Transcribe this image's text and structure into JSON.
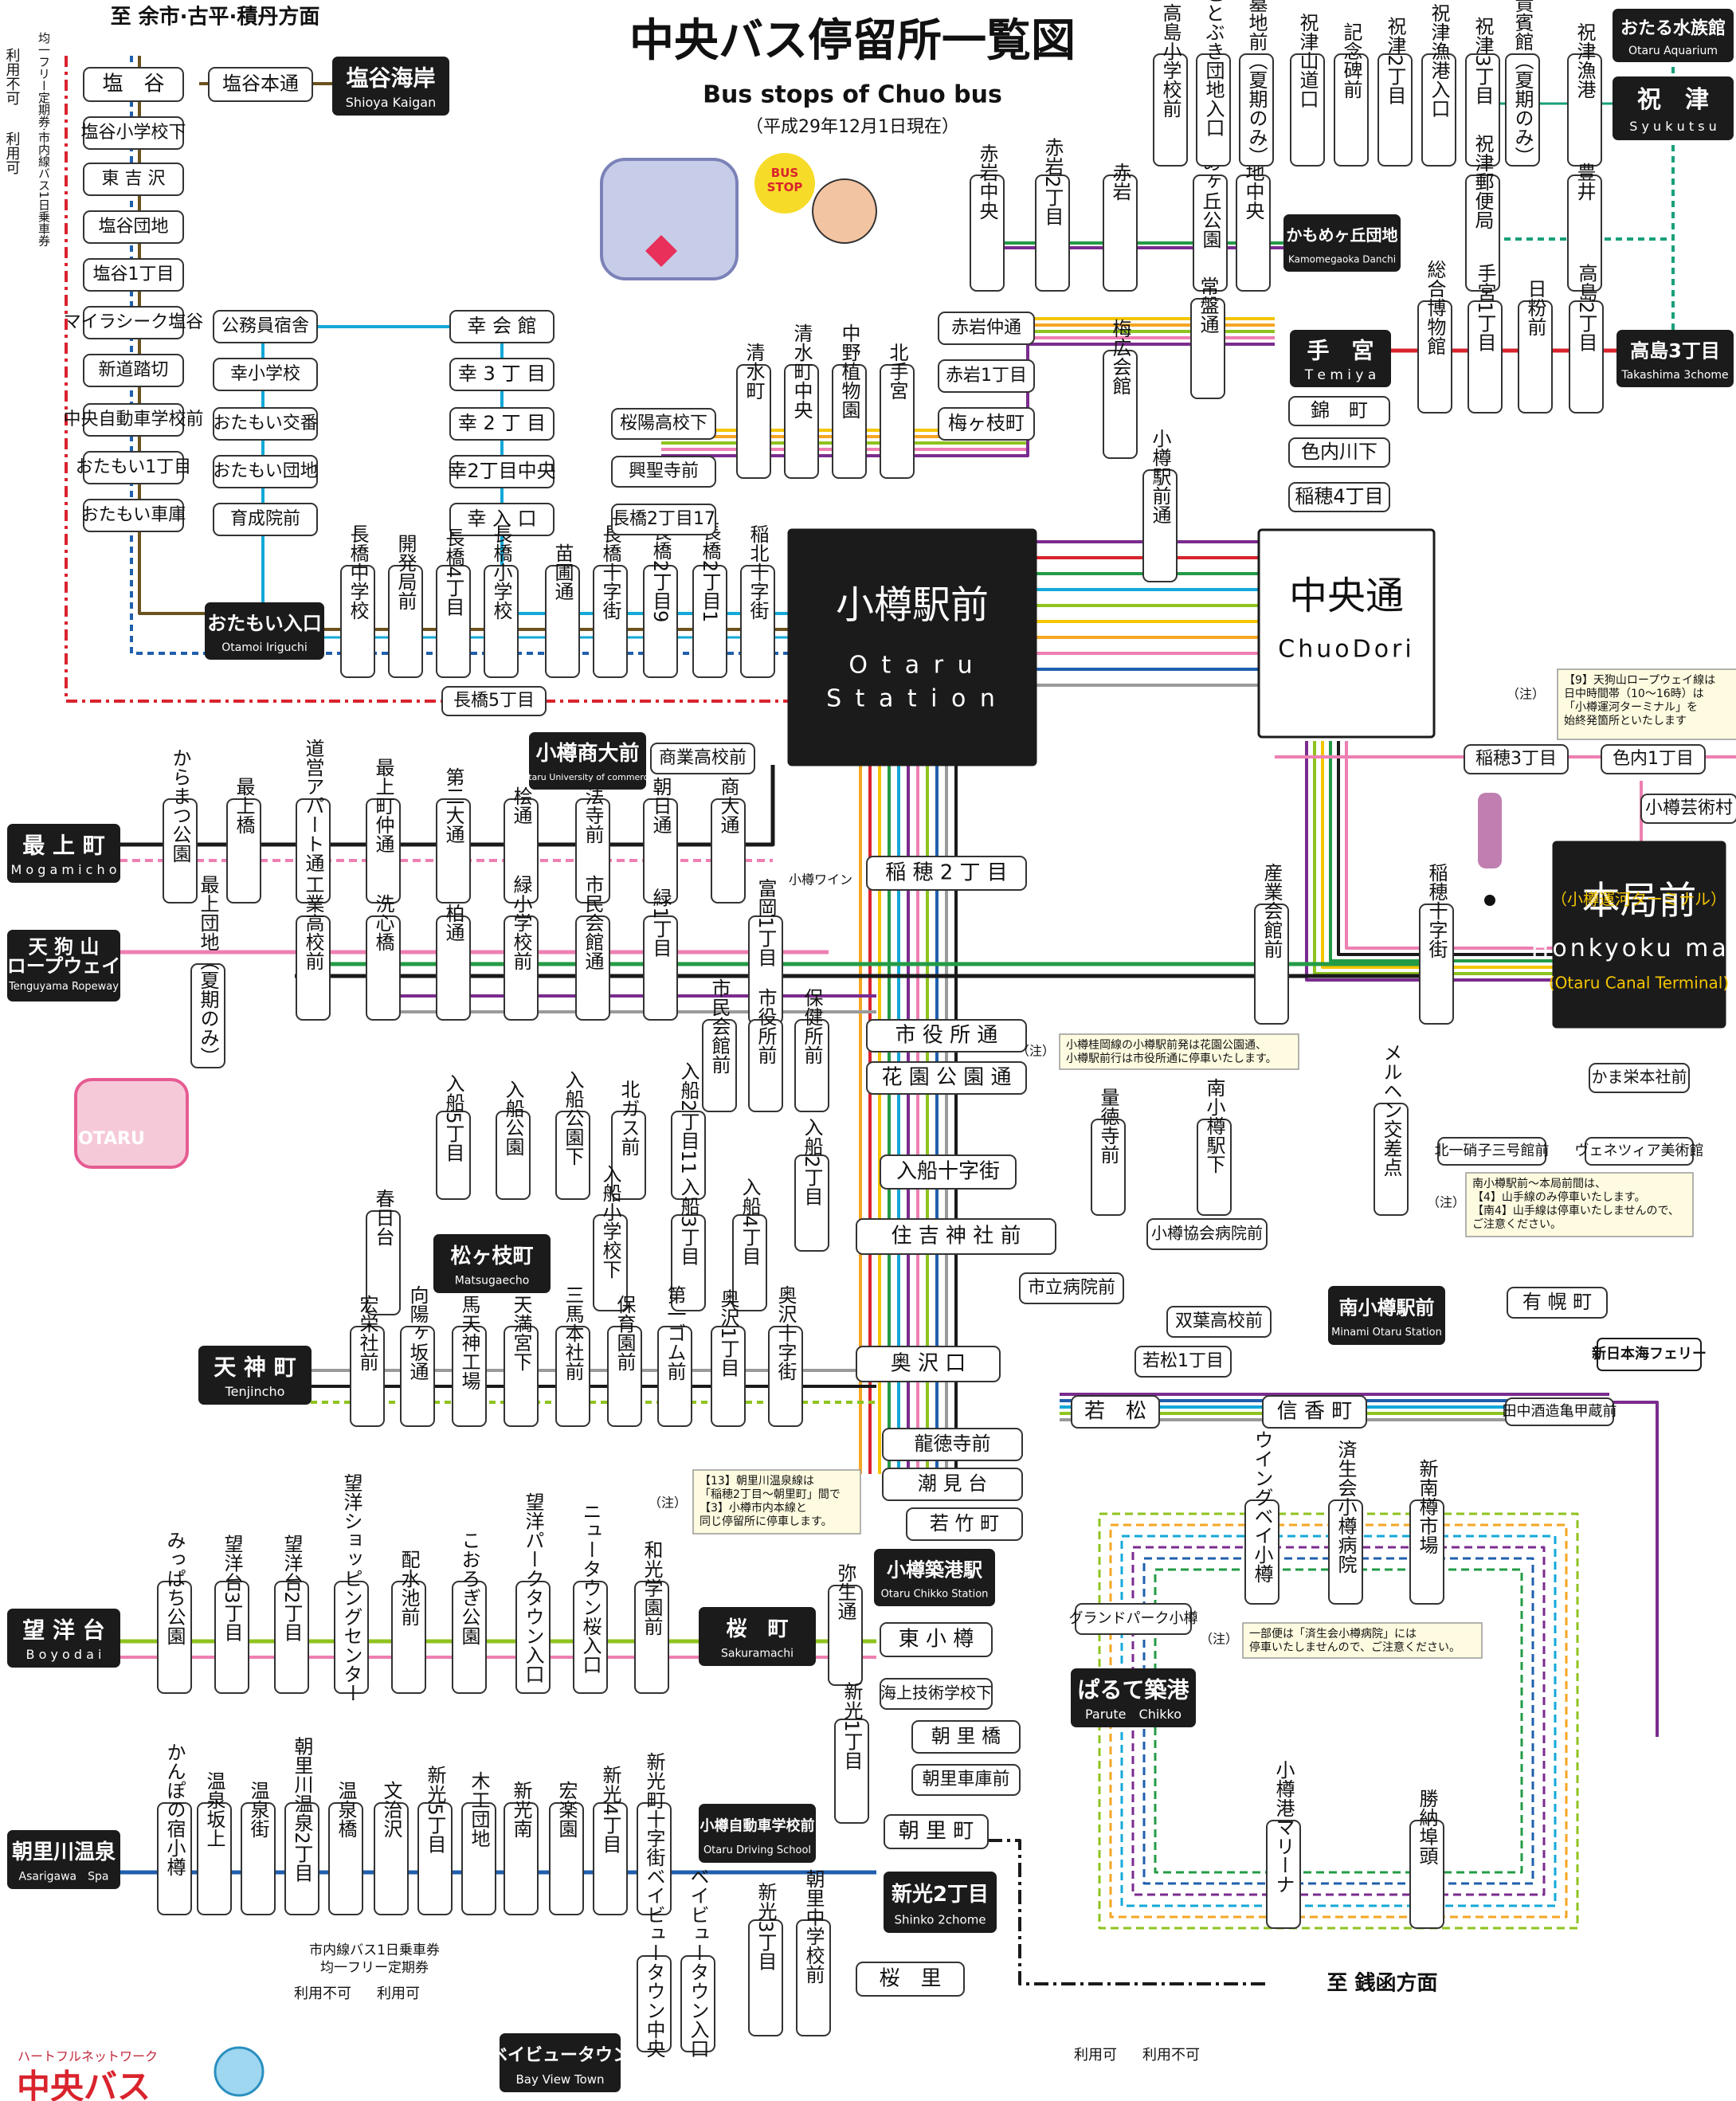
{
  "title": {
    "ja": "中央バス停留所一覧図",
    "en": "Bus stops of Chuo bus",
    "date": "（平成29年12月1日現在）"
  },
  "directions": {
    "north": "至 余市·古平·積丹方面",
    "southeast": "至 銭函方面"
  },
  "legend": {
    "vertical_left": "均一フリー定期券·市内線バス1日乗車券",
    "not_available": "利用不可",
    "available": "利用可",
    "bottom_title": "市内線バス1日乗車券\n均一フリー定期券"
  },
  "brand": {
    "network": "ハートフルネットワーク",
    "name": "中央バス"
  },
  "colors": {
    "red": "#d9232d",
    "blue": "#1f5fad",
    "brown": "#7a5c2e",
    "olive": "#6b5320",
    "green": "#239b46",
    "lime": "#8fc31f",
    "cyan": "#13a8d8",
    "purple": "#7b2b8f",
    "pink": "#ee7fb2",
    "orange": "#f5a623",
    "yellow": "#f4c500",
    "gray": "#9a9a9a",
    "black": "#1a1a1a",
    "darkbrown": "#5b4a2a",
    "teal": "#19a07a"
  },
  "hubs": [
    {
      "id": "otaru",
      "ja": "小樽駅前",
      "en": "O t a r u\nS t a t i o n"
    },
    {
      "id": "chuo",
      "ja": "中央通",
      "en": "ChuoDori"
    },
    {
      "id": "honkyoku",
      "ja": "本局前",
      "ja_sub": "（小樽運河ターミナル）",
      "en": "Honkyoku mae",
      "en_sub": "(Otaru Canal Terminal)"
    }
  ],
  "major_stops": [
    {
      "id": "shioya_kaigan",
      "ja": "塩谷海岸",
      "en": "Shioya Kaigan"
    },
    {
      "id": "otamoi",
      "ja": "おたもい入口",
      "en": "Otamoi Iriguchi"
    },
    {
      "id": "shodai",
      "ja": "小樽商大前",
      "en": "Otaru University of commerce"
    },
    {
      "id": "kamomegaoka",
      "ja": "かもめヶ丘団地",
      "en": "Kamomegaoka Danchi"
    },
    {
      "id": "temiya",
      "ja": "手　宮",
      "en": "T e m i y a"
    },
    {
      "id": "takashima3",
      "ja": "高島3丁目",
      "en": "Takashima 3chome"
    },
    {
      "id": "aquarium",
      "ja": "おたる水族館",
      "en": "Otaru Aquarium"
    },
    {
      "id": "shukutsu",
      "ja": "祝　津",
      "en": "S y u k u t s u"
    },
    {
      "id": "mogami",
      "ja": "最 上 町",
      "en": "M o g a m i c h o"
    },
    {
      "id": "tenguyama",
      "ja": "天 狗 山\nロープウェイ",
      "en": "Tenguyama Ropeway"
    },
    {
      "id": "matsugaeda",
      "ja": "松ヶ枝町",
      "en": "Matsugaecho"
    },
    {
      "id": "tenjin",
      "ja": "天 神 町",
      "en": "Tenjincho"
    },
    {
      "id": "minami_otaru",
      "ja": "南小樽駅前",
      "en": "Minami Otaru Station"
    },
    {
      "id": "chikko_st",
      "ja": "小樽築港駅",
      "en": "Otaru Chikko Station"
    },
    {
      "id": "boyodai",
      "ja": "望 洋 台",
      "en": "B o y o d a i"
    },
    {
      "id": "sakuramachi",
      "ja": "桜　町",
      "en": "Sakuramachi"
    },
    {
      "id": "parute",
      "ja": "ぱるて築港",
      "en": "Parute　Chikko"
    },
    {
      "id": "asarigawa",
      "ja": "朝里川温泉",
      "en": "Asarigawa　Spa"
    },
    {
      "id": "driving_school",
      "ja": "小樽自動車学校前",
      "en": "Otaru Driving School"
    },
    {
      "id": "shinko2",
      "ja": "新光2丁目",
      "en": "Shinko 2chome"
    },
    {
      "id": "bayview",
      "ja": "ベイビュータウン",
      "en": "Bay View Town"
    },
    {
      "id": "ferry",
      "ja": "新日本海フェリー",
      "en": ""
    }
  ],
  "stops": [
    "塩　谷",
    "塩谷本通",
    "塩谷小学校下",
    "東 吉 沢",
    "塩谷団地",
    "塩谷1丁目",
    "マイラシーク塩谷",
    "新道踏切",
    "中央自動車学校前",
    "おたもい1丁目",
    "おたもい車庫",
    "公務員宿舎",
    "幸小学校",
    "おたもい交番",
    "おたもい団地",
    "育成院前",
    "幸 会 館",
    "幸 3 丁 目",
    "幸 2 丁 目",
    "幸2丁目中央",
    "幸 入 口",
    "長橋中学校",
    "開発局前",
    "長橋4丁目",
    "長橋小学校",
    "苗圃通",
    "長橋十字街",
    "長橋2丁目9",
    "長橋2丁目1",
    "稲北十字街",
    "長橋5丁目",
    "桜陽高校下",
    "興聖寺前",
    "長橋2丁目17",
    "清水町",
    "清水町中央",
    "中野植物園",
    "北手宮",
    "梅ヶ枝町",
    "赤岩1丁目",
    "赤岩仲通",
    "赤岩中央",
    "赤岩2丁目",
    "赤岩",
    "かもめヶ丘公園",
    "団地中央",
    "高島小学校前",
    "ことぶき団地入口",
    "高島墓地前（夏期のみ）",
    "祝津山道口",
    "記念碑前",
    "祝津2丁目",
    "祝津漁港入口",
    "祝津3丁目",
    "祝津郵便局",
    "小樽貴賓館（夏期のみ）",
    "祝津漁港",
    "豊井",
    "常盤通",
    "梅広会館",
    "錦　町",
    "色内川下",
    "稲穂4丁目",
    "総合博物館",
    "手宮1丁目",
    "日粉前",
    "高島2丁目",
    "小樽駅前通",
    "商業高校前",
    "稲穂3丁目",
    "色内1丁目",
    "小樽芸術村",
    "稲 穂 2 丁 目",
    "産業会館前",
    "稲穂十字街",
    "かま栄本社前",
    "からまつ公園",
    "最上橋",
    "道営アパート通",
    "最上町仲通",
    "第二大通",
    "桧通",
    "正法寺前",
    "朝日通",
    "商大通",
    "富岡1丁目",
    "工業高校前",
    "洗心橋",
    "柏通",
    "緑小学校前",
    "市民会館通",
    "緑1丁目",
    "最上団地（夏期のみ）",
    "市民会館前",
    "市役所前",
    "保健所前",
    "市 役 所 通",
    "花 園 公 園 通",
    "入船5丁目",
    "入船公園",
    "入船公園下",
    "北ガス前",
    "入船2丁目11",
    "入船2丁目",
    "入船十字街",
    "春日台",
    "入船小学校下",
    "入船3丁目",
    "入船4丁目",
    "量徳寺前",
    "南小樽駅下",
    "住 吉 神 社 前",
    "小樽協会病院前",
    "市立病院前",
    "双葉高校前",
    "若松1丁目",
    "メルヘン交差点",
    "北一硝子三号館前",
    "ヴェネツィア美術館",
    "宏栄社前",
    "向陽ヶ坂通",
    "三馬天神工場",
    "天満宮下",
    "三馬本社前",
    "保育園前",
    "第一ゴム前",
    "奥沢1丁目",
    "奥沢十字街",
    "奥 沢 口",
    "若　松",
    "信 香 町",
    "有 幌 町",
    "田中酒造亀甲蔵前",
    "龍徳寺前",
    "潮 見 台",
    "若 竹 町",
    "みっぱち公園",
    "望洋台3丁目",
    "望洋台2丁目",
    "望洋ショッピングセンター",
    "配水池前",
    "こおろぎ公園",
    "望洋パークタウン入口",
    "ニュータウン桜入口",
    "和光学園前",
    "弥生通",
    "東 小 樽",
    "海上技術学校下",
    "朝 里 橋",
    "朝里車庫前",
    "グランドパーク小樽",
    "ウイングベイ小樽",
    "済生会小樽病院",
    "新南樽市場",
    "小樽港マリーナ",
    "勝納埠頭",
    "かんぽの宿小樽",
    "温泉坂上",
    "温泉街",
    "朝里川温泉2丁目",
    "温泉橋",
    "文治沢",
    "新光5丁目",
    "木工団地",
    "新光南",
    "宏楽園",
    "新光4丁目",
    "新光町十字街",
    "新光1丁目",
    "朝 里 町",
    "新光3丁目",
    "朝里中学校前",
    "桜　里",
    "ベイビュータウン中央",
    "ベイビュータウン入口"
  ],
  "places": [
    "小樽ワイン"
  ],
  "notes": [
    {
      "label": "（注）",
      "text": "【9】天狗山ロープウェイ線は\n日中時間帯（10～16時）は\n「小樽運河ターミナル」を\n始終発箇所といたします"
    },
    {
      "label": "（注）",
      "text": "小樽桂岡線の小樽駅前発は花園公園通、\n小樽駅前行は市役所通に停車いたします。"
    },
    {
      "label": "（注）",
      "text": "南小樽駅前～本局前間は、\n【4】山手線のみ停車いたします。\n【南4】山手線は停車いたしませんので、\nご注意ください。"
    },
    {
      "label": "（注）",
      "text": "【13】朝里川温泉線は\n「稲穂2丁目～朝里町」間で\n【3】小樽市内本線と\n同じ停留所に停車します。"
    },
    {
      "label": "（注）",
      "text": "一部便は「済生会小樽病院」には\n停車いたしませんので、ご注意ください。"
    }
  ],
  "mascot_sign": "BUS\nSTOP",
  "ropeway_sign": "OTARU"
}
